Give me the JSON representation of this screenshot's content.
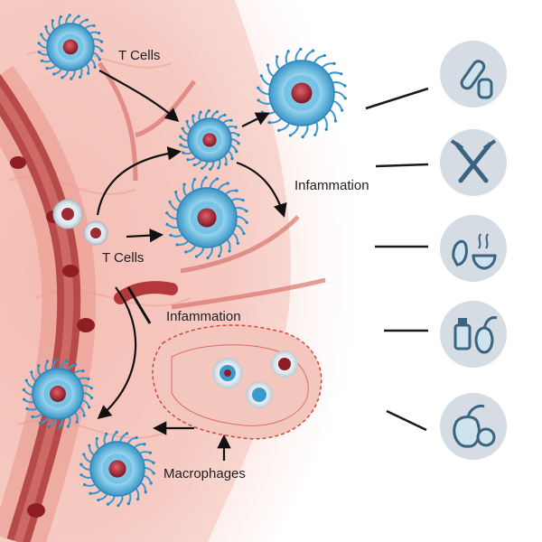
{
  "labels": {
    "t_cells_top": "T Cells",
    "t_cells_mid": "T Cells",
    "inflammation_right": "Infammation",
    "inflammation_mid": "Infammation",
    "macrophages": "Macrophages"
  },
  "icons": [
    {
      "name": "hygiene-tools-icon"
    },
    {
      "name": "utensils-icon"
    },
    {
      "name": "food-and-drink-icon"
    },
    {
      "name": "supplements-and-produce-icon"
    },
    {
      "name": "fruit-icon"
    }
  ],
  "colors": {
    "tissue": "#f6c9c2",
    "vessel": "#b0403f",
    "cell_blue": "#4aa8d4",
    "cell_nucleus": "#a0252f",
    "icon_circle": "#d5dce4",
    "icon_stroke": "#3b6480"
  }
}
